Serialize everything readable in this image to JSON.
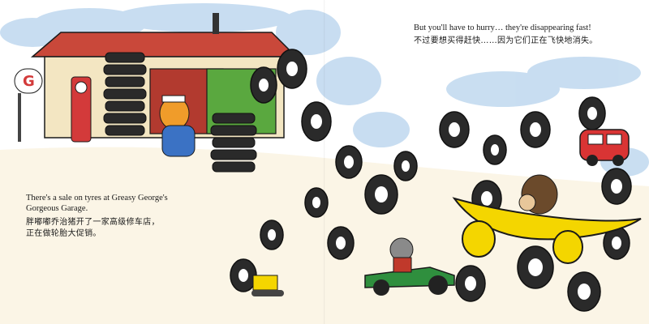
{
  "left_page": {
    "text_en": "There's a sale on tyres at Greasy George's Gorgeous Garage.",
    "text_zh_line1": "胖嘟嘟乔治猪开了一家高级修车店，",
    "text_zh_line2": "正在做轮胎大促销。"
  },
  "right_page": {
    "text_en": "But you'll have to hurry… they're disappearing fast!",
    "text_zh": "不过要想买得赶快……因为它们正在飞快地消失。"
  },
  "colors": {
    "sky": "#7fb2dc",
    "garage_wall": "#f3e6c2",
    "garage_roof": "#c9483a",
    "tyre": "#222222",
    "banana_car": "#f4d600",
    "race_car": "#2f8f3e",
    "van": "#d93434",
    "pump": "#d33a3a"
  },
  "icons": [
    "garage-building",
    "gas-pump",
    "tyre-stack",
    "cat-mechanic",
    "flying-tyre",
    "banana-car",
    "hedgehog-driver",
    "green-race-car",
    "raccoon-driver",
    "red-van",
    "bulldozer-toy"
  ]
}
